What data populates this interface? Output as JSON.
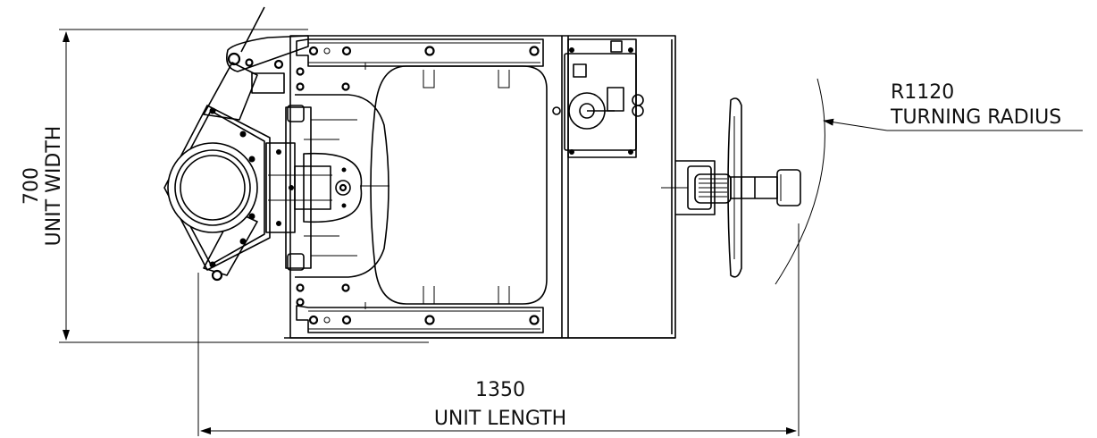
{
  "dimensions": {
    "width": {
      "value": "700",
      "label": "UNIT WIDTH"
    },
    "length": {
      "value": "1350",
      "label": "UNIT LENGTH"
    },
    "radius": {
      "value": "R1120",
      "label": "TURNING RADIUS"
    }
  }
}
